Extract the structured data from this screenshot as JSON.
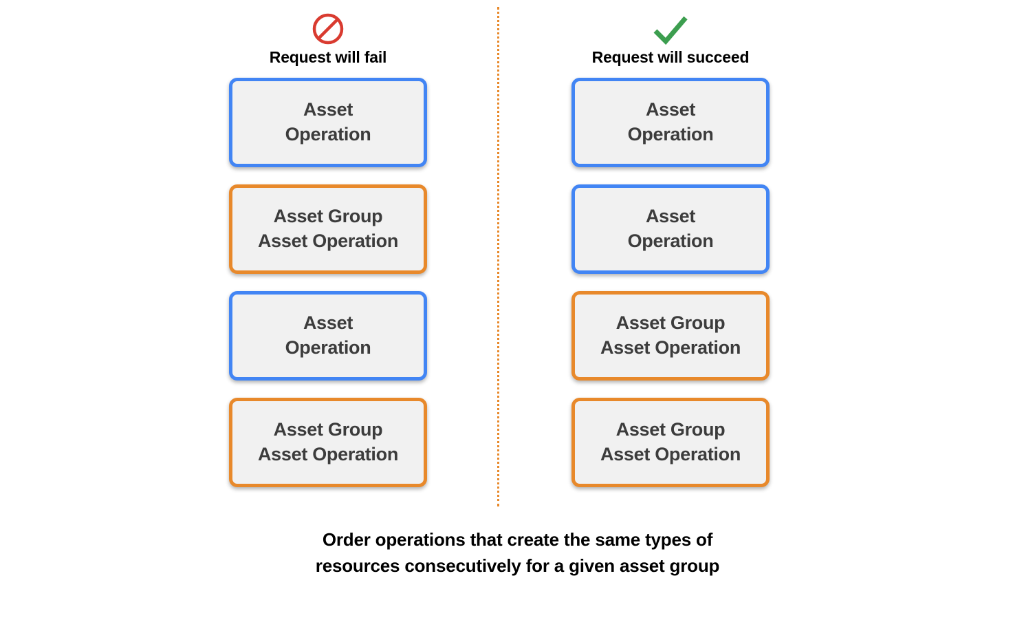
{
  "colors": {
    "blue_border": "#4285F4",
    "orange_border": "#E8892B",
    "box_fill": "#F1F1F1",
    "box_text": "#3C3C3C",
    "fail_icon": "#D93B30",
    "success_icon": "#3C9E4F",
    "divider": "#E8892B",
    "background": "#FFFFFF"
  },
  "columns": [
    {
      "id": "fail",
      "icon": "prohibited-icon",
      "header": "Request will fail",
      "boxes": [
        {
          "kind": "asset-operation",
          "style": "blue",
          "text": "Asset\nOperation"
        },
        {
          "kind": "asset-group-operation",
          "style": "orange",
          "text": "Asset Group\nAsset Operation"
        },
        {
          "kind": "asset-operation",
          "style": "blue",
          "text": "Asset\nOperation"
        },
        {
          "kind": "asset-group-operation",
          "style": "orange",
          "text": "Asset Group\nAsset Operation"
        }
      ]
    },
    {
      "id": "succeed",
      "icon": "checkmark-icon",
      "header": "Request will succeed",
      "boxes": [
        {
          "kind": "asset-operation",
          "style": "blue",
          "text": "Asset\nOperation"
        },
        {
          "kind": "asset-operation",
          "style": "blue",
          "text": "Asset\nOperation"
        },
        {
          "kind": "asset-group-operation",
          "style": "orange",
          "text": "Asset Group\nAsset Operation"
        },
        {
          "kind": "asset-group-operation",
          "style": "orange",
          "text": "Asset Group\nAsset Operation"
        }
      ]
    }
  ],
  "caption": "Order operations that create the same types of\nresources consecutively for a given asset group"
}
